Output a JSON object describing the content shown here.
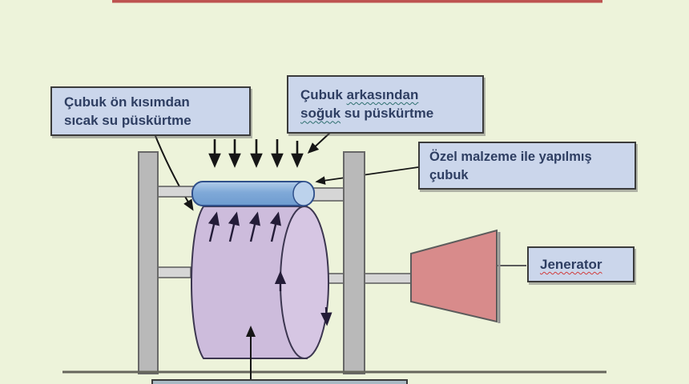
{
  "labels": {
    "front_spray": {
      "line1": "Çubuk ön kısımdan",
      "line2": "sıcak su püskürtme"
    },
    "back_spray": {
      "line1_pre": "Çubuk ",
      "line1_underlined": "arkasından",
      "line2_underlined": "soğuk",
      "line2_post": " su püskürtme"
    },
    "rod_material": {
      "line1": "Özel malzeme ile yapılmış",
      "line2": "çubuk"
    },
    "generator": {
      "label": "Jenerator"
    }
  },
  "colors": {
    "background": "#edf3da",
    "top_bar": "#bd5350",
    "label_box_fill": "#cbd6eb",
    "label_box_border": "#3b3b3b",
    "label_text": "#2e3e62",
    "rod_fill": "#7fa9d8",
    "rod_cap_fill": "#bcd2ec",
    "drum_fill": "#cdbcdc",
    "drum_face_fill": "#d6c6e3",
    "generator_fill": "#d88b8b",
    "frame_fill": "#b9b9b9",
    "axle_fill": "#d6d6d6",
    "ground": "#66665c",
    "bottom_box_fill": "#a9bac4",
    "arrow": "#161616",
    "spellcheck_teal": "#2e6f6f",
    "spellcheck_red": "#d03b3b"
  }
}
